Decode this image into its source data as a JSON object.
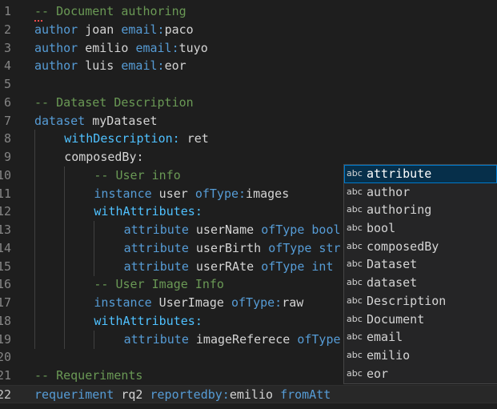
{
  "editor": {
    "lines": [
      {
        "num": "1",
        "tokens": [
          {
            "t": "-- Document authoring",
            "c": "ct"
          }
        ]
      },
      {
        "num": "2",
        "tokens": [
          {
            "t": "author",
            "c": "kw"
          },
          {
            "t": " joan ",
            "c": "pl"
          },
          {
            "t": "email:",
            "c": "kw"
          },
          {
            "t": "paco",
            "c": "pl"
          }
        ]
      },
      {
        "num": "3",
        "tokens": [
          {
            "t": "author",
            "c": "kw"
          },
          {
            "t": " emilio ",
            "c": "pl"
          },
          {
            "t": "email:",
            "c": "kw"
          },
          {
            "t": "tuyo",
            "c": "pl"
          }
        ]
      },
      {
        "num": "4",
        "tokens": [
          {
            "t": "author",
            "c": "kw"
          },
          {
            "t": " luis ",
            "c": "pl"
          },
          {
            "t": "email:",
            "c": "kw"
          },
          {
            "t": "eor",
            "c": "pl"
          }
        ]
      },
      {
        "num": "5",
        "tokens": []
      },
      {
        "num": "6",
        "tokens": [
          {
            "t": "-- Dataset Description",
            "c": "ct"
          }
        ]
      },
      {
        "num": "7",
        "tokens": [
          {
            "t": "dataset",
            "c": "kw"
          },
          {
            "t": " myDataset",
            "c": "pl"
          }
        ]
      },
      {
        "num": "8",
        "indent": 1,
        "tokens": [
          {
            "t": "withDescription:",
            "c": "ch"
          },
          {
            "t": " ret",
            "c": "pl"
          }
        ]
      },
      {
        "num": "9",
        "indent": 1,
        "tokens": [
          {
            "t": "composedBy:",
            "c": "pl"
          }
        ]
      },
      {
        "num": "10",
        "indent": 2,
        "tokens": [
          {
            "t": "-- User info",
            "c": "ct"
          }
        ]
      },
      {
        "num": "11",
        "indent": 2,
        "tokens": [
          {
            "t": "instance",
            "c": "kw"
          },
          {
            "t": " user ",
            "c": "pl"
          },
          {
            "t": "ofType:",
            "c": "kw"
          },
          {
            "t": "images",
            "c": "pl"
          }
        ]
      },
      {
        "num": "12",
        "indent": 2,
        "tokens": [
          {
            "t": "withAttributes:",
            "c": "ch"
          }
        ]
      },
      {
        "num": "13",
        "indent": 3,
        "tokens": [
          {
            "t": "attribute",
            "c": "kw"
          },
          {
            "t": " userName ",
            "c": "pl"
          },
          {
            "t": "ofType",
            "c": "kw"
          },
          {
            "t": " bool",
            "c": "kw"
          }
        ]
      },
      {
        "num": "14",
        "indent": 3,
        "tokens": [
          {
            "t": "attribute",
            "c": "kw"
          },
          {
            "t": " userBirth ",
            "c": "pl"
          },
          {
            "t": "ofType",
            "c": "kw"
          },
          {
            "t": " str",
            "c": "kw"
          }
        ]
      },
      {
        "num": "15",
        "indent": 3,
        "tokens": [
          {
            "t": "attribute",
            "c": "kw"
          },
          {
            "t": " userRAte ",
            "c": "pl"
          },
          {
            "t": "ofType",
            "c": "kw"
          },
          {
            "t": " int",
            "c": "kw"
          }
        ]
      },
      {
        "num": "16",
        "indent": 2,
        "tokens": [
          {
            "t": "-- User Image Info",
            "c": "ct"
          }
        ]
      },
      {
        "num": "17",
        "indent": 2,
        "tokens": [
          {
            "t": "instance",
            "c": "kw"
          },
          {
            "t": " UserImage ",
            "c": "pl"
          },
          {
            "t": "ofType:",
            "c": "kw"
          },
          {
            "t": "raw",
            "c": "pl"
          }
        ]
      },
      {
        "num": "18",
        "indent": 2,
        "tokens": [
          {
            "t": "withAttributes:",
            "c": "ch"
          }
        ]
      },
      {
        "num": "19",
        "indent": 3,
        "tokens": [
          {
            "t": "attribute",
            "c": "kw"
          },
          {
            "t": " imageReferece ",
            "c": "pl"
          },
          {
            "t": "ofType",
            "c": "kw"
          }
        ]
      },
      {
        "num": "20",
        "tokens": []
      },
      {
        "num": "21",
        "tokens": [
          {
            "t": "-- Requeriments",
            "c": "ct"
          }
        ]
      },
      {
        "num": "22",
        "current": true,
        "tokens": [
          {
            "t": "requeriment",
            "c": "kw"
          },
          {
            "t": " rq2 ",
            "c": "pl"
          },
          {
            "t": "reportedby:",
            "c": "kw"
          },
          {
            "t": "emilio ",
            "c": "pl"
          },
          {
            "t": "fromAtt",
            "c": "kw"
          }
        ]
      }
    ]
  },
  "suggest": {
    "icon_text": "abc",
    "items": [
      {
        "label": "attribute",
        "selected": true
      },
      {
        "label": "author"
      },
      {
        "label": "authoring"
      },
      {
        "label": "bool"
      },
      {
        "label": "composedBy"
      },
      {
        "label": "Dataset"
      },
      {
        "label": "dataset"
      },
      {
        "label": "Description"
      },
      {
        "label": "Document"
      },
      {
        "label": "email"
      },
      {
        "label": "emilio"
      },
      {
        "label": "eor"
      }
    ]
  },
  "colors": {
    "background": "#1e1e1e",
    "keyword": "#569cd6",
    "comment": "#6a9955",
    "property": "#4fc1ff",
    "text": "#d4d4d4",
    "selection": "#062f4a",
    "focus_border": "#007acc"
  }
}
